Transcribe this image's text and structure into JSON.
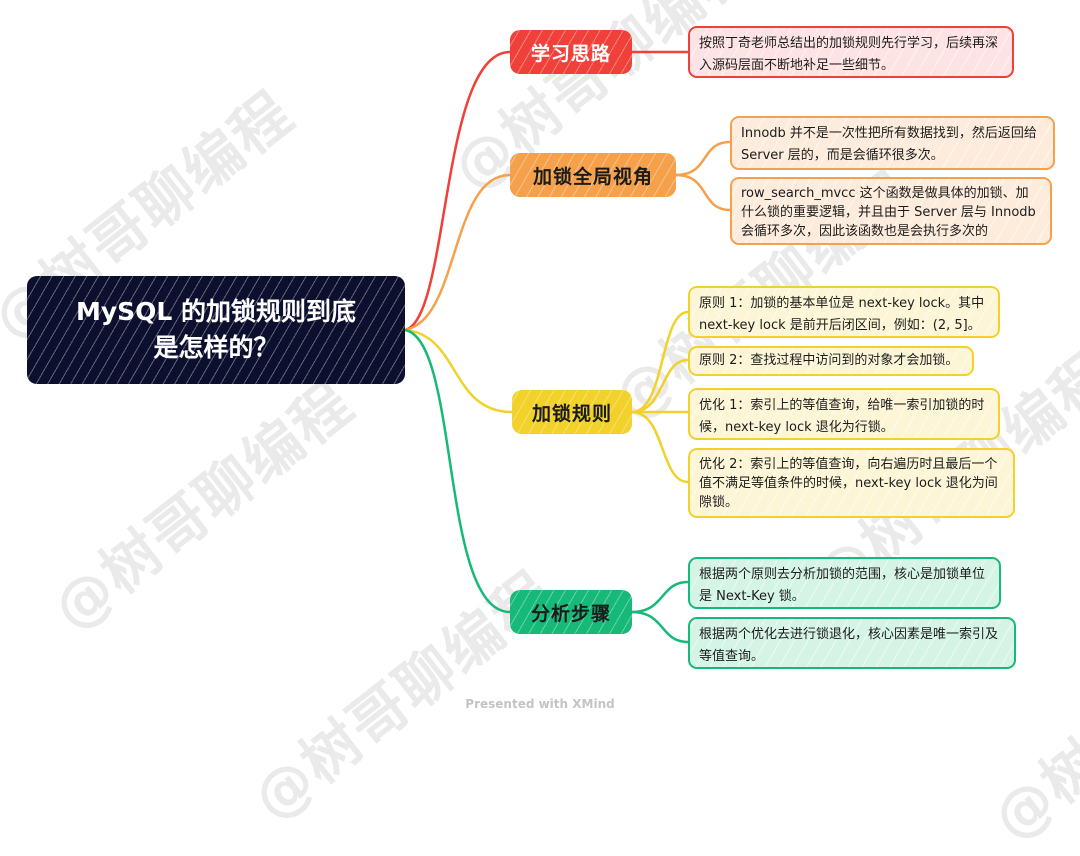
{
  "colors": {
    "root": "#0d0f2e",
    "red": "#f0403a",
    "orange": "#f5a04b",
    "yellow": "#f1d12a",
    "green": "#17b978",
    "red_leaf_bg": "#fde3e3",
    "orange_leaf_bg": "#fdecdc",
    "yellow_leaf_bg": "#fdf6d6",
    "green_leaf_bg": "#d4f4e6"
  },
  "watermark": "@树哥聊编程",
  "root": {
    "line1": "MySQL 的加锁规则到底",
    "line2": "是怎样的？"
  },
  "branches": [
    {
      "label": "学习思路",
      "color": "red",
      "leaves": [
        "按照丁奇老师总结出的加锁规则先行学习，后续再深入源码层面不断地补足一些细节。"
      ]
    },
    {
      "label": "加锁全局视角",
      "color": "orange",
      "leaves": [
        "Innodb 并不是一次性把所有数据找到，然后返回给 Server 层的，而是会循环很多次。",
        "row_search_mvcc 这个函数是做具体的加锁、加什么锁的重要逻辑，并且由于 Server 层与 Innodb 会循环多次，因此该函数也是会执行多次的"
      ]
    },
    {
      "label": "加锁规则",
      "color": "yellow",
      "leaves": [
        "原则 1：加锁的基本单位是 next-key lock。其中 next-key lock 是前开后闭区间，例如：(2, 5]。",
        "原则 2：查找过程中访问到的对象才会加锁。",
        "优化 1：索引上的等值查询，给唯一索引加锁的时候，next-key lock 退化为行锁。",
        "优化 2：索引上的等值查询，向右遍历时且最后一个值不满足等值条件的时候，next-key lock 退化为间隙锁。"
      ]
    },
    {
      "label": "分析步骤",
      "color": "green",
      "leaves": [
        "根据两个原则去分析加锁的范围，核心是加锁单位是 Next-Key 锁。",
        "根据两个优化去进行锁退化，核心因素是唯一索引及等值查询。"
      ]
    }
  ],
  "footer": "Presented with XMind"
}
